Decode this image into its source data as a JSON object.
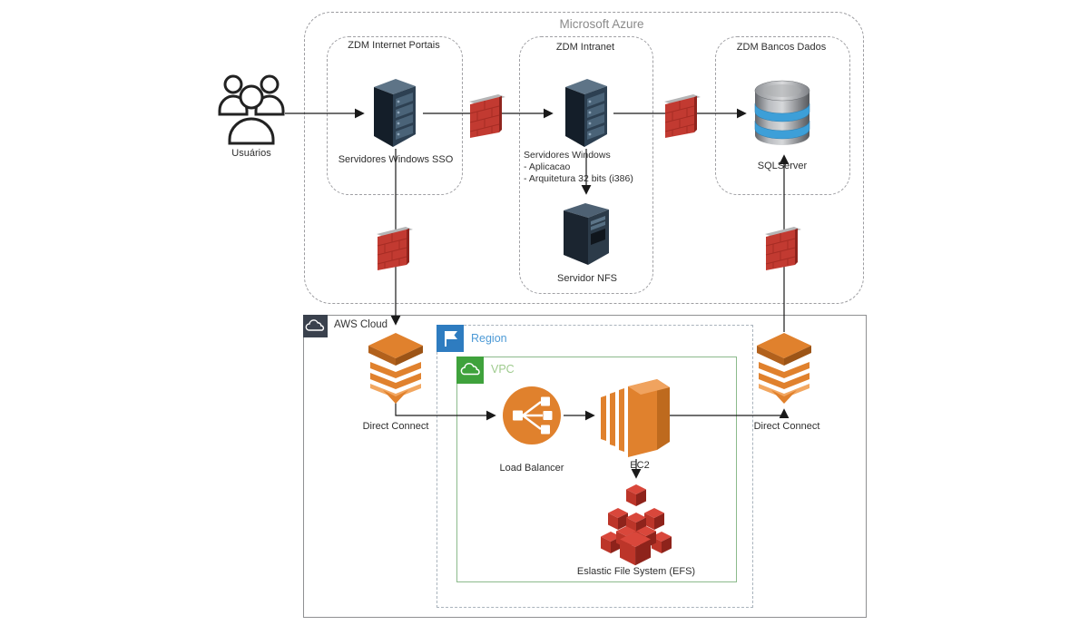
{
  "users": {
    "label": "Usuários"
  },
  "azure": {
    "title": "Microsoft Azure",
    "portais": {
      "title": "ZDM Internet Portais",
      "server_label": "Servidores Windows SSO"
    },
    "intranet": {
      "title": "ZDM Intranet",
      "server_line1": "Servidores Windows",
      "server_line2": "- Aplicacao",
      "server_line3": "- Arquitetura 32 bits (i386)",
      "nfs_label": "Servidor NFS"
    },
    "bancos": {
      "title": "ZDM Bancos Dados",
      "db_label": "SQLServer"
    }
  },
  "aws": {
    "title": "AWS Cloud",
    "region_label": "Region",
    "vpc_label": "VPC",
    "dc_left_label": "Direct Connect",
    "dc_right_label": "Direct Connect",
    "lb_label": "Load Balancer",
    "ec2_label": "EC2",
    "efs_label": "Eslastic File System (EFS)"
  },
  "colors": {
    "aws_orange": "#E0812D",
    "aws_orange_dark": "#BE6A1E",
    "firewall_red": "#C23A31",
    "efs_red": "#BC3529",
    "region_blue": "#2E7CC0",
    "region_label_blue": "#4D9AD6",
    "vpc_green": "#3FA23C",
    "vpc_label_green": "#9FCB8E",
    "azure_title_gray": "#8A8A8A",
    "server_navy": "#2D4052",
    "sql_band_blue": "#3D9FD8",
    "aws_tab_dark": "#3A414D"
  }
}
